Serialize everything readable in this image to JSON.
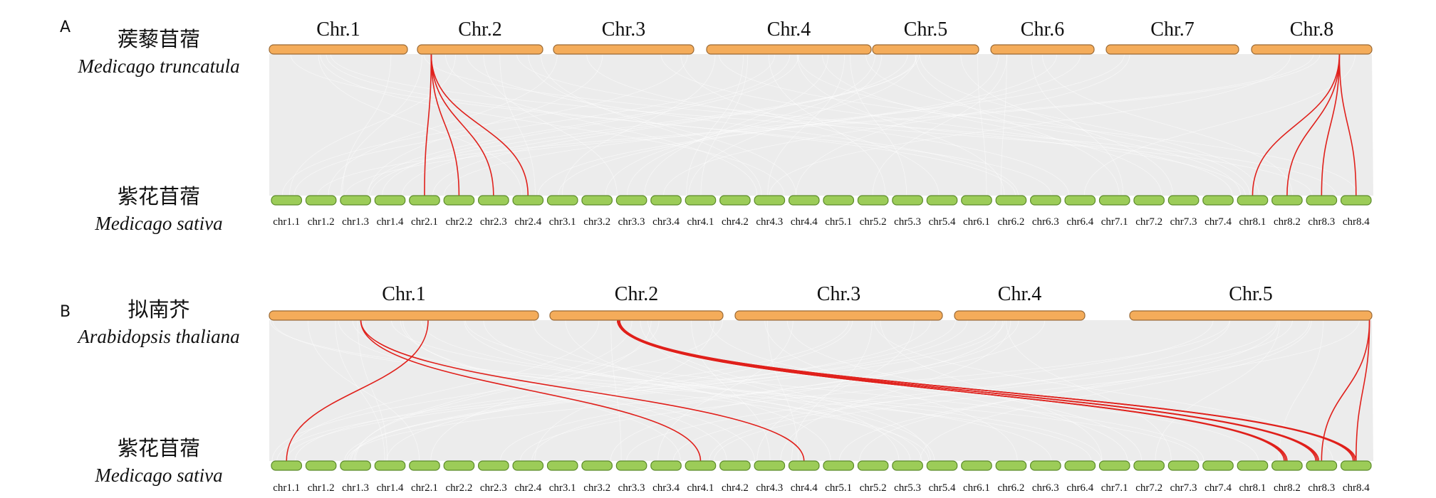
{
  "panels": [
    {
      "letter": "A",
      "top_species": {
        "chinese": "蒺藜苜蓿",
        "latin": "Medicago truncatula"
      },
      "bottom_species": {
        "chinese": "紫花苜蓿",
        "latin": "Medicago sativa"
      },
      "top_chromosomes": [
        "Chr.1",
        "Chr.2",
        "Chr.3",
        "Chr.4",
        "Chr.5",
        "Chr.6",
        "Chr.7",
        "Chr.8"
      ],
      "bottom_chromosomes": [
        "chr1.1",
        "chr1.2",
        "chr1.3",
        "chr1.4",
        "chr2.1",
        "chr2.2",
        "chr2.3",
        "chr2.4",
        "chr3.1",
        "chr3.2",
        "chr3.3",
        "chr3.4",
        "chr4.1",
        "chr4.2",
        "chr4.3",
        "chr4.4",
        "chr5.1",
        "chr5.2",
        "chr5.3",
        "chr5.4",
        "chr6.1",
        "chr6.2",
        "chr6.3",
        "chr6.4",
        "chr7.1",
        "chr7.2",
        "chr7.3",
        "chr7.4",
        "chr8.1",
        "chr8.2",
        "chr8.3",
        "chr8.4"
      ],
      "links": [
        {
          "from": "Chr.2",
          "to": "chr2.1"
        },
        {
          "from": "Chr.2",
          "to": "chr2.2"
        },
        {
          "from": "Chr.2",
          "to": "chr2.3"
        },
        {
          "from": "Chr.2",
          "to": "chr2.4"
        },
        {
          "from": "Chr.8",
          "to": "chr8.1"
        },
        {
          "from": "Chr.8",
          "to": "chr8.2"
        },
        {
          "from": "Chr.8",
          "to": "chr8.3"
        },
        {
          "from": "Chr.8",
          "to": "chr8.4"
        }
      ]
    },
    {
      "letter": "B",
      "top_species": {
        "chinese": "拟南芥",
        "latin": "Arabidopsis thaliana"
      },
      "bottom_species": {
        "chinese": "紫花苜蓿",
        "latin": "Medicago sativa"
      },
      "top_chromosomes": [
        "Chr.1",
        "Chr.2",
        "Chr.3",
        "Chr.4",
        "Chr.5"
      ],
      "bottom_chromosomes": [
        "chr1.1",
        "chr1.2",
        "chr1.3",
        "chr1.4",
        "chr2.1",
        "chr2.2",
        "chr2.3",
        "chr2.4",
        "chr3.1",
        "chr3.2",
        "chr3.3",
        "chr3.4",
        "chr4.1",
        "chr4.2",
        "chr4.3",
        "chr4.4",
        "chr5.1",
        "chr5.2",
        "chr5.3",
        "chr5.4",
        "chr6.1",
        "chr6.2",
        "chr6.3",
        "chr6.4",
        "chr7.1",
        "chr7.2",
        "chr7.3",
        "chr7.4",
        "chr8.1",
        "chr8.2",
        "chr8.3",
        "chr8.4"
      ],
      "links": [
        {
          "from": "Chr.1",
          "to": "chr1.1"
        },
        {
          "from": "Chr.1",
          "to": "chr4.1"
        },
        {
          "from": "Chr.1",
          "to": "chr4.4"
        },
        {
          "from": "Chr.2",
          "to": "chr8.2"
        },
        {
          "from": "Chr.2",
          "to": "chr8.3"
        },
        {
          "from": "Chr.2",
          "to": "chr8.4"
        },
        {
          "from": "Chr.5",
          "to": "chr8.3"
        },
        {
          "from": "Chr.5",
          "to": "chr8.4"
        }
      ]
    }
  ]
}
